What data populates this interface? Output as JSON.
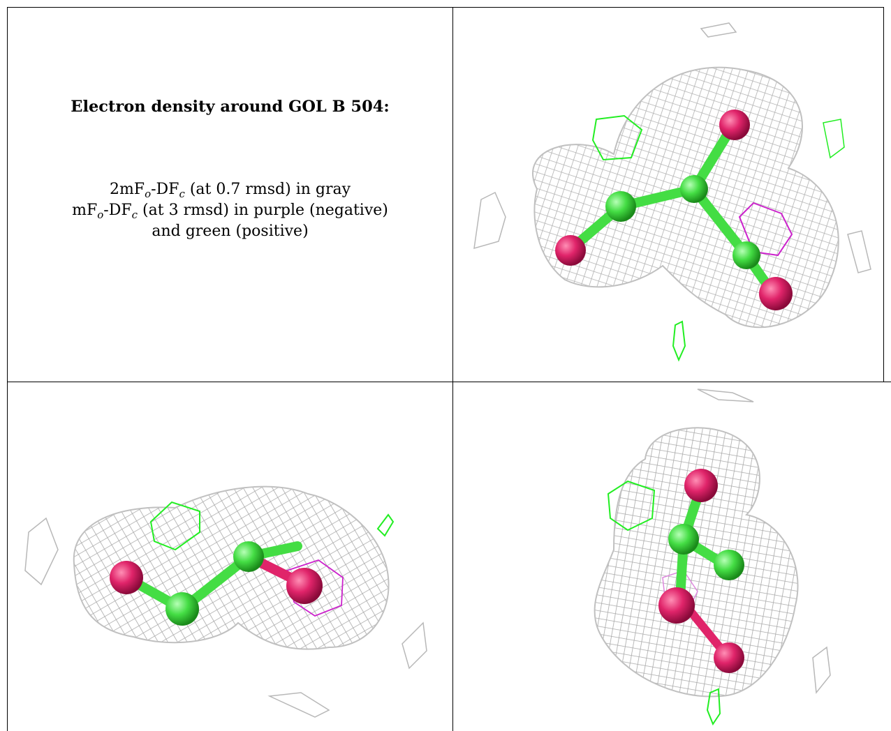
{
  "caption": {
    "title": "Electron density around GOL B 504:",
    "line1_prefix": "2mF",
    "line1_sub1": "o",
    "line1_mid": "-DF",
    "line1_sub2": "c",
    "line1_suffix": " (at 0.7 rmsd) in gray",
    "line2_prefix": "mF",
    "line2_sub1": "o",
    "line2_mid": "-DF",
    "line2_sub2": "c",
    "line2_suffix": " (at 3 rmsd) in purple (negative)",
    "line3": "and green (positive)"
  },
  "colors": {
    "mesh_gray": "#b8b8b8",
    "mesh_green": "#22ee22",
    "mesh_purple": "#cc22cc",
    "bond_green": "#44dd44",
    "atom_red": "#e0246a"
  }
}
